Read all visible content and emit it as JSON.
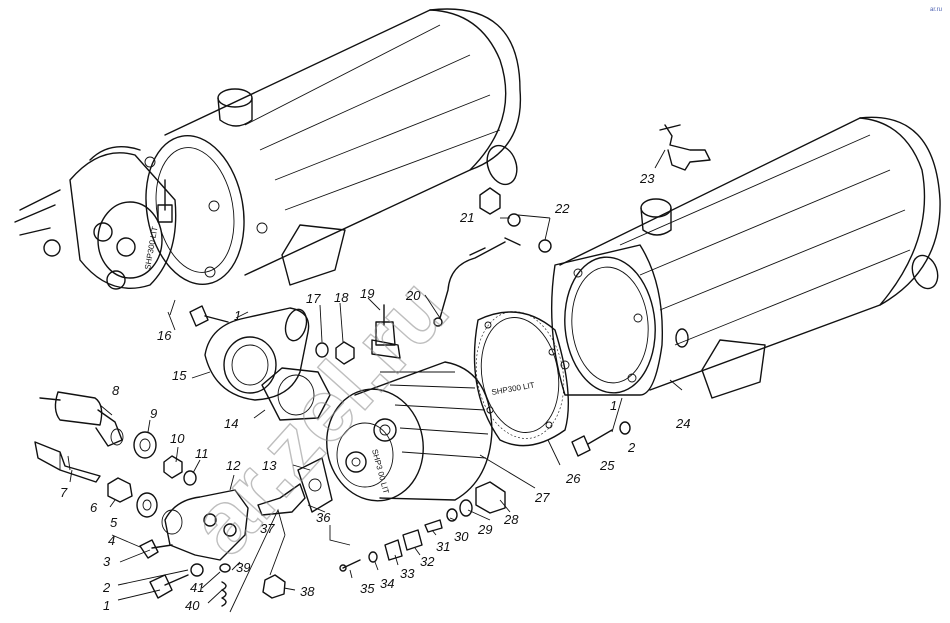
{
  "watermark": "ar.zel.ru",
  "corner_mark": "ar.ru",
  "part_stamps": [
    "SHP300 LIT",
    "SHP3 00 LIT",
    "SHP300 LIT"
  ],
  "callouts": [
    "1",
    "2",
    "3",
    "4",
    "5",
    "6",
    "7",
    "8",
    "9",
    "10",
    "11",
    "12",
    "13",
    "14",
    "15",
    "16",
    "17",
    "18",
    "19",
    "20",
    "21",
    "22",
    "23",
    "24",
    "25",
    "26",
    "27",
    "28",
    "29",
    "30",
    "31",
    "32",
    "33",
    "34",
    "35",
    "36",
    "37",
    "38",
    "39",
    "40",
    "41",
    "1",
    "2"
  ]
}
